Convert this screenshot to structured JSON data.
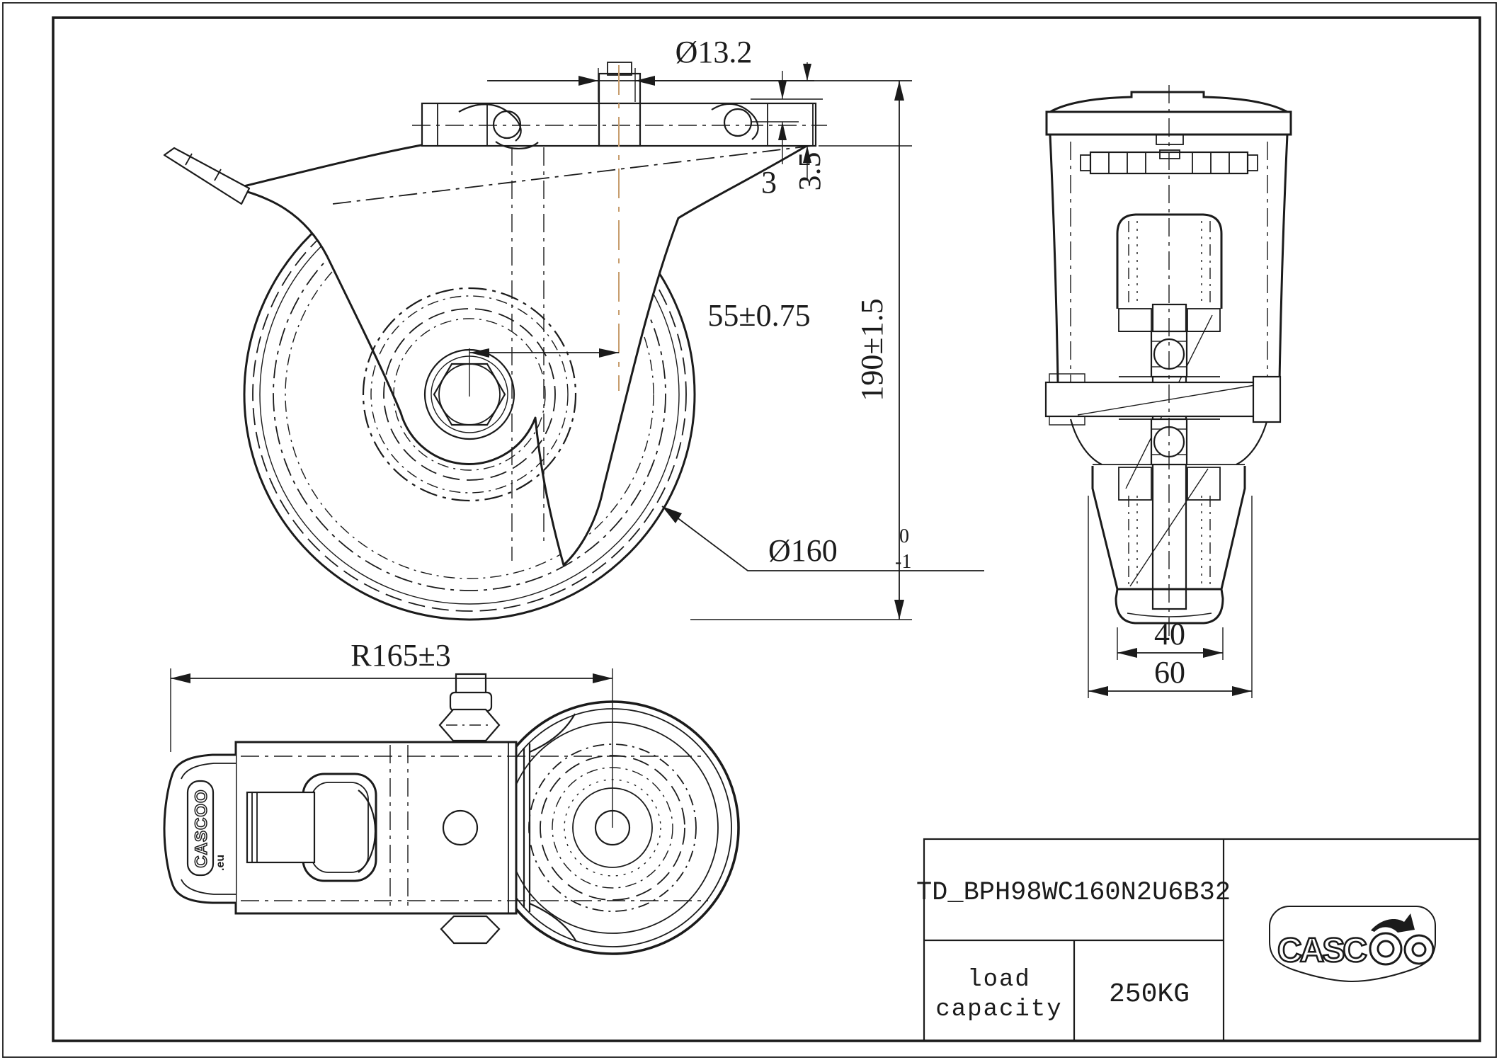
{
  "drawing_type": "caster-wheel-engineering-drawing",
  "colors": {
    "ink": "#1b1b1b",
    "accent_centerline": "#c89e6f"
  },
  "front_view": {
    "dim_hole_dia": "Ø13.2",
    "dim_gap": "3",
    "dim_plate": "3.5",
    "dim_offset": "55±0.75",
    "dim_height": "190±1.5",
    "dim_wheel_dia": "Ø160",
    "dim_wheel_dia_upper": "0",
    "dim_wheel_dia_lower": "-1"
  },
  "side_view": {
    "dim_hub_width": "40",
    "dim_overall_width": "60"
  },
  "top_view": {
    "dim_swivel_radius": "R165±3",
    "pedal_brand": "CASCOO",
    "pedal_brand_suffix": ".eu"
  },
  "title_block": {
    "part_number": "TD_BPH98WC160N2U6B32",
    "load_label_line1": "load",
    "load_label_line2": "capacity",
    "load_value": "250KG",
    "logo_prefix": "CASC",
    "logo_suffix": "O"
  }
}
